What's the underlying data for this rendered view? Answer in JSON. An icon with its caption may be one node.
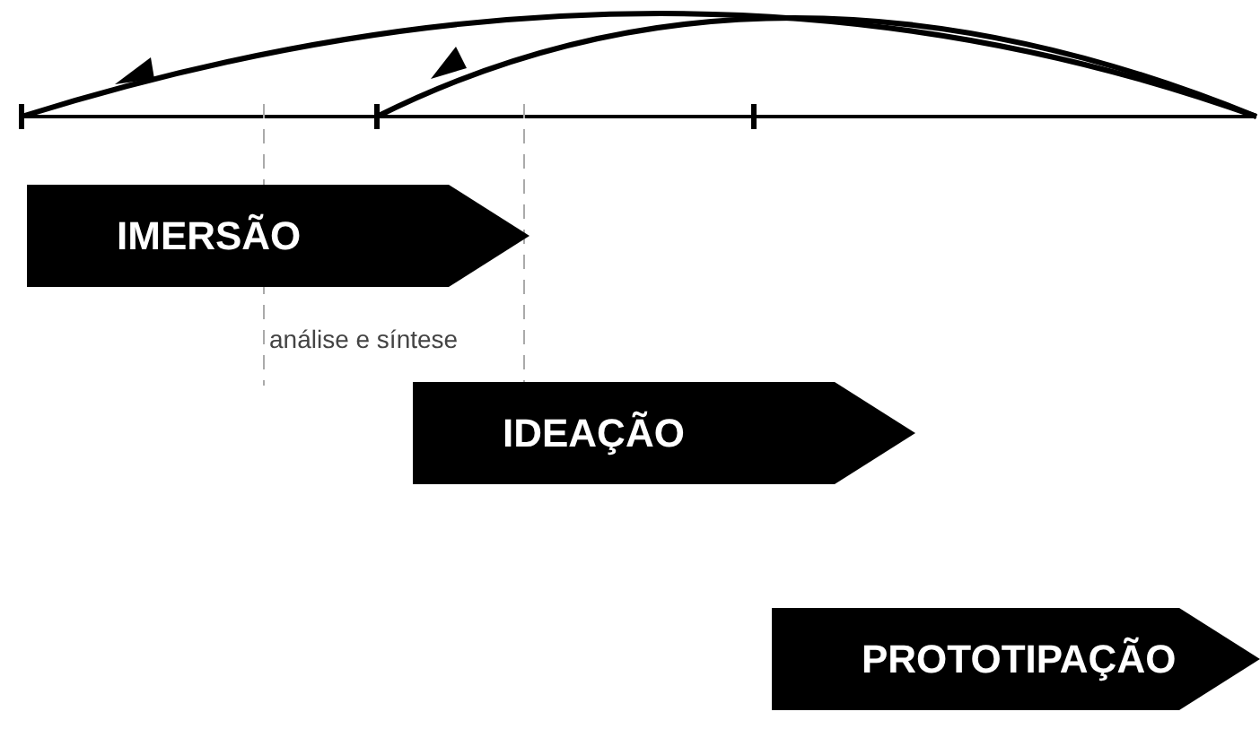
{
  "diagram": {
    "nodes": [
      {
        "text": [
          "IMERSÃO"
        ]
      },
      {
        "text": [
          "IDEAÇÃO"
        ]
      },
      {
        "text": [
          "PROTOTIPAÇÃO"
        ]
      }
    ],
    "labels": [
      "análise e síntese"
    ]
  }
}
